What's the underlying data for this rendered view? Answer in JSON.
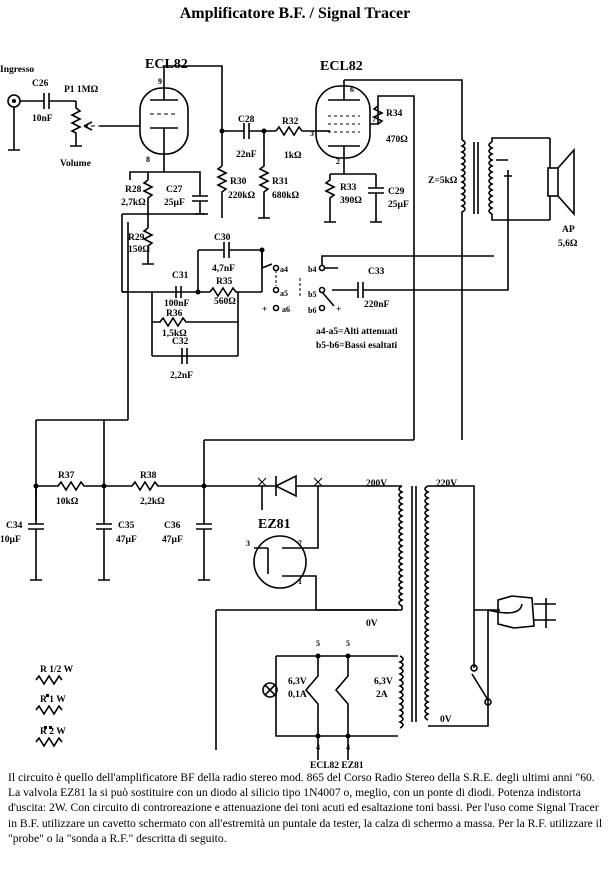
{
  "title": "Amplificatore B.F. / Signal Tracer",
  "tubes": {
    "v1": "ECL82",
    "v2": "ECL82",
    "rectifier": "EZ81"
  },
  "input": {
    "label": "Ingresso",
    "volume_label": "Volume"
  },
  "components": {
    "c26": "C26",
    "c26_val": "10nF",
    "p1": "P1 1MΩ",
    "c28": "C28",
    "c28_val": "22nF",
    "r32": "R32",
    "r32_val": "1kΩ",
    "r34": "R34",
    "r34_val": "470Ω",
    "r28": "R28",
    "r28_val": "2,7kΩ",
    "c27": "C27",
    "c27_val": "25µF",
    "r30": "R30",
    "r30_val": "220kΩ",
    "r31": "R31",
    "r31_val": "680kΩ",
    "r33": "R33",
    "r33_val": "390Ω",
    "c29": "C29",
    "c29_val": "25µF",
    "r29": "R29",
    "r29_val": "150Ω",
    "c30": "C30",
    "c30_val": "4,7nF",
    "r35": "R35",
    "r35_val": "560Ω",
    "c31": "C31",
    "c31_val": "100nF",
    "r36": "R36",
    "r36_val": "1,5kΩ",
    "c32": "C32",
    "c32_val": "2,2nF",
    "c33": "C33",
    "c33_val": "220nF",
    "r37": "R37",
    "r37_val": "10kΩ",
    "r38": "R38",
    "r38_val": "2,2kΩ",
    "c34": "C34",
    "c34_val": "10µF",
    "c35": "C35",
    "c35_val": "47µF",
    "c36": "C36",
    "c36_val": "47µF"
  },
  "output": {
    "z_label": "Z=5kΩ",
    "speaker": "AP",
    "speaker_val": "5,6Ω"
  },
  "switch": {
    "a4": "a4",
    "a5": "a5",
    "a6": "a6",
    "b4": "b4",
    "b5": "b5",
    "b6": "b6",
    "note1": "a4-a5=Alti attenuati",
    "note2": "b5-b6=Bassi esaltati"
  },
  "pins": {
    "v1_g": "9",
    "v1_k": "8",
    "v2_a": "6",
    "v2_g": "3",
    "v2_g2": "7",
    "v2_k": "2",
    "ez_3": "3",
    "ez_7": "7",
    "ez_1": "1",
    "fil_5a": "5",
    "fil_5b": "5",
    "fil_4a": "4",
    "fil_4b": "4"
  },
  "power": {
    "v200": "200V",
    "v220": "220V",
    "v0": "0V",
    "v0b": "0V",
    "lamp_v": "6,3V",
    "lamp_a": "0,1A",
    "fil_v": "6,3V",
    "fil_a": "2A",
    "fil_tubes": "ECL82   EZ81"
  },
  "legend": {
    "r_half": "R 1/2 W",
    "r_1": "R  1 W",
    "r_2": "R   2 W"
  },
  "caption": "Il circuito è quello dell'amplificatore BF della radio stereo mod. 865 del Corso Radio Stereo della S.R.E. degli ultimi anni \"60. La valvola EZ81 la si può sostituire con un diodo al silicio tipo 1N4007 o, meglio, con un ponte di diodi. Potenza indistorta d'uscita: 2W. Con circuito di controreazione e attenuazione dei toni acuti ed esaltazione toni bassi. Per l'uso come Signal Tracer in B.F. utilizzare un cavetto schermato con all'estremità un puntale da tester, la calza di schermo a massa. Per la R.F. utilizzare il \"probe\" o la \"sonda a R.F.\" descritta di seguito."
}
